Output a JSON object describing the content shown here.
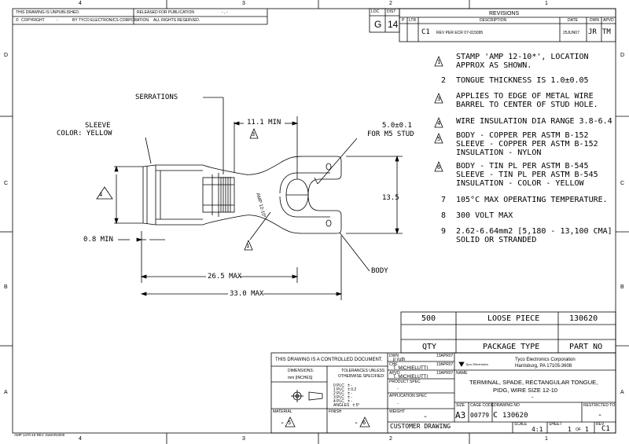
{
  "zone_cols": [
    "4",
    "3",
    "2",
    "1"
  ],
  "zone_rows": [
    "D",
    "C",
    "B",
    "A"
  ],
  "header": {
    "unpublished": "THIS DRAWING IS UNPUBLISHED.",
    "released": "RELEASED FOR PUBLICATION",
    "released_marks": "- , -",
    "copyright": "COPYRIGHT",
    "copyright_dash": "-",
    "by_tyco": "BY TYCO ELECTRONICS CORPORATION.",
    "rights": "ALL RIGHTS RESERVED.",
    "loc_label": "LOC",
    "dist_label": "DIST",
    "loc": "G",
    "dist": "14"
  },
  "revisions": {
    "title": "REVISIONS",
    "col_p": "P",
    "col_ltr": "LTR",
    "col_desc": "DESCRIPTION",
    "col_date": "DATE",
    "col_dwn": "DWN",
    "col_apvd": "APVD",
    "ltr": "C1",
    "desc": "REV PER ECR 07-015095",
    "date": "25JUN07",
    "dwn": "JR",
    "apvd": "TM"
  },
  "notes": [
    {
      "num": "1",
      "flag": true,
      "lines": [
        "STAMP 'AMP 12-10*', LOCATION",
        "APPROX AS SHOWN."
      ]
    },
    {
      "num": "2",
      "flag": false,
      "lines": [
        "TONGUE THICKNESS IS 1.0±0.05"
      ]
    },
    {
      "num": "3",
      "flag": true,
      "lines": [
        "APPLIES TO EDGE OF METAL WIRE",
        "BARREL TO CENTER OF STUD HOLE."
      ]
    },
    {
      "num": "4",
      "flag": true,
      "lines": [
        "WIRE INSULATION DIA RANGE 3.8-6.4"
      ]
    },
    {
      "num": "5",
      "flag": true,
      "lines": [
        "BODY - COPPER PER ASTM B-152",
        "SLEEVE - COPPER PER ASTM B-152",
        "INSULATION - NYLON"
      ]
    },
    {
      "num": "6",
      "flag": true,
      "lines": [
        "BODY - TIN PL PER ASTM B-545",
        "SLEEVE - TIN PL PER ASTM B-545",
        "INSULATION - COLOR - YELLOW"
      ]
    },
    {
      "num": "7",
      "flag": false,
      "lines": [
        "105°C MAX OPERATING TEMPERATURE."
      ]
    },
    {
      "num": "8",
      "flag": false,
      "lines": [
        "300 VOLT MAX"
      ]
    },
    {
      "num": "9",
      "flag": false,
      "lines": [
        "2.62-6.64mm2 [5,180 - 13,100 CMA]",
        "SOLID OR STRANDED"
      ]
    }
  ],
  "drawing": {
    "sleeve": "SLEEVE",
    "color": "COLOR: YELLOW",
    "serrations": "SERRATIONS",
    "dim_11": "11.1 MIN",
    "dim_5a": "5.0±0.1",
    "dim_5b": "FOR M5 STUD",
    "dim_135": "13.5",
    "dim_08": "0.8 MIN",
    "dim_265": "26.5 MAX",
    "dim_330": "33.0 MAX",
    "body": "BODY",
    "stamp_text": "AMP 12-10*",
    "flag_1": "1",
    "flag_3": "3",
    "flag_4": "4"
  },
  "parts_table": {
    "qty": "500",
    "package": "LOOSE PIECE",
    "part_no": "130620",
    "qty_label": "QTY",
    "package_label": "PACKAGE TYPE",
    "part_no_label": "PART NO"
  },
  "title_block": {
    "controlled": "THIS DRAWING IS A CONTROLLED DOCUMENT.",
    "dimensions": "DIMENSIONS:",
    "mm_inches": "mm [INCHES]",
    "tolerances": "TOLERANCES UNLESS",
    "otherwise": "OTHERWISE SPECIFIED:",
    "tol_rows": [
      "0 PLC   ± -",
      "1 PLC   ± 0.2",
      "2 PLC   ± -",
      "3 PLC   ± -",
      "4 PLC   ± -",
      "ANGLES   ± 5°"
    ],
    "material": "MATERIAL",
    "material_flag": "5",
    "finish": "FINISH",
    "finish_flag": "6",
    "dash": "-",
    "dwn_label": "DWN",
    "dwn_name": "jr ruth",
    "dwn_date": "13APR07",
    "chk_label": "CHK",
    "chk_name": "T. MICHIELUTTI",
    "chk_date": "13APR07",
    "apvd_label": "APVD",
    "apvd_name": "T. MICHIELUTTI",
    "apvd_date": "13APR07",
    "product_spec": "PRODUCT SPEC",
    "product_spec_val": "-",
    "app_spec": "APPLICATION SPEC",
    "app_spec_val": "-",
    "weight": "WEIGHT",
    "weight_val": "-",
    "customer_drawing": "CUSTOMER DRAWING",
    "company": "Tyco Electronics Corporation",
    "city": "Harrisburg, PA 17105-3608",
    "logo_text": "Tyco Electronics",
    "name_label": "NAME",
    "name_1": "TERMINAL, SPADE, RECTANGULAR TONGUE,",
    "name_2": "PIDG, WIRE SIZE 12-10",
    "name_3": "-",
    "size_label": "SIZE",
    "size": "A3",
    "cage_label": "CAGE CODE",
    "cage": "00779",
    "drawing_no_label": "DRAWING NO",
    "drawing_no": "130620",
    "drawing_no_prefix": "C",
    "restricted_label": "RESTRICTED TO",
    "restricted": "-",
    "scale_label": "SCALE",
    "scale": "4:1",
    "sheet_label": "SHEET",
    "sheet": "1",
    "sheet_of": "OF",
    "sheet_total": "1",
    "rev_label": "REV",
    "rev": "C1"
  },
  "form_ref": "AMP 1470-19 REV 31MAR2000"
}
